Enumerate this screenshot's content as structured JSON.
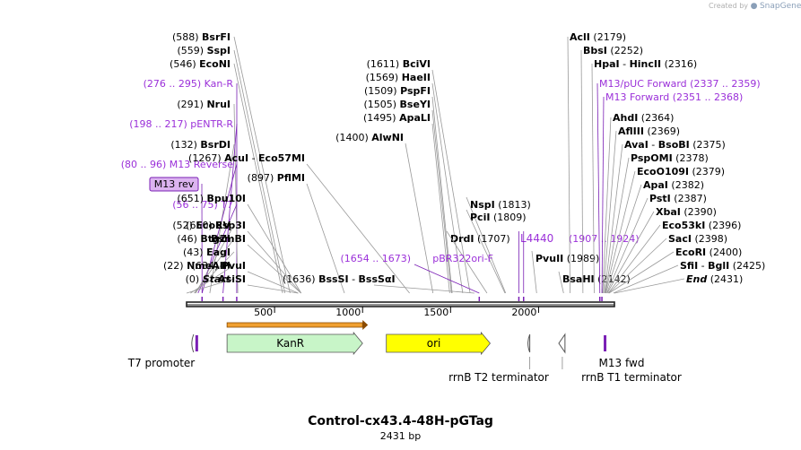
{
  "watermark": {
    "prefix": "Created by",
    "brand": "SnapGene"
  },
  "plasmid": {
    "name": "Control-cx43.4-48H-pGTag",
    "length": "2431 bp",
    "total_bp": 2431
  },
  "colors": {
    "text": "#000000",
    "feature_label": "#9b30d9",
    "kanr": "#c8f5c8",
    "ori": "#ffff00",
    "primer": "#7a1fb5",
    "orf": "#f0a030",
    "backbone": "#222222",
    "m13rev_box": "#dcb4f0"
  },
  "ruler": {
    "ticks": [
      {
        "pos": 500,
        "label": "500"
      },
      {
        "pos": 1000,
        "label": "1000"
      },
      {
        "pos": 1500,
        "label": "1500"
      },
      {
        "pos": 2000,
        "label": "2000"
      }
    ]
  },
  "labels_left": [
    {
      "pos": "(588)",
      "name": "BsrFI",
      "kind": "enzyme",
      "site": 588
    },
    {
      "pos": "(559)",
      "name": "SspI",
      "kind": "enzyme",
      "site": 559
    },
    {
      "pos": "(546)",
      "name": "EcoNI",
      "kind": "enzyme",
      "site": 546
    },
    {
      "pos": "(276 .. 295)",
      "name": "Kan-R",
      "kind": "feature",
      "site": 285
    },
    {
      "pos": "(291)",
      "name": "NruI",
      "kind": "enzyme",
      "site": 291
    },
    {
      "pos": "(198 .. 217)",
      "name": "pENTR-R",
      "kind": "feature",
      "site": 207
    },
    {
      "pos": "(132)",
      "name": "BsrDI",
      "kind": "enzyme",
      "site": 132
    },
    {
      "pos": "(80 .. 96)",
      "name": "M13 Reverse",
      "kind": "feature",
      "site": 88
    },
    {
      "pos": "",
      "name": "M13 rev",
      "kind": "boxed",
      "site": 88
    },
    {
      "pos": "(56 .. 75)",
      "name": "T7",
      "kind": "feature",
      "site": 65
    },
    {
      "pos": "(52)",
      "name": "EcoRV",
      "kind": "enzyme",
      "site": 52
    },
    {
      "pos": "(46)",
      "name": "BtgZI",
      "kind": "enzyme",
      "site": 46
    },
    {
      "pos": "(43)",
      "name": "EagI",
      "kind": "enzyme",
      "site": 43
    },
    {
      "pos": "(22)",
      "name": "NmeAIII",
      "kind": "enzyme",
      "site": 22
    },
    {
      "pos": "(0)",
      "name": "Start",
      "kind": "start",
      "site": 0
    }
  ],
  "labels_mid": [
    {
      "pos": "(1267)",
      "name": "AcuI",
      "extra": "Eco57MI",
      "kind": "enzyme",
      "site": 1267
    },
    {
      "pos": "(897)",
      "name": "PflMI",
      "kind": "enzyme",
      "site": 897
    },
    {
      "pos": "(651)",
      "name": "Bpu10I",
      "kind": "enzyme",
      "site": 651
    },
    {
      "pos": "(650)",
      "name": "Esp3I",
      "kind": "enzyme",
      "site": 650
    },
    {
      "pos": "",
      "name": "BsmBI",
      "kind": "enzyme",
      "site": 650
    },
    {
      "pos": "(634)",
      "name": "PvuI",
      "kind": "enzyme",
      "site": 634
    },
    {
      "pos": "",
      "name": "AsiSI",
      "kind": "enzyme",
      "site": 634
    },
    {
      "pos": "(1611)",
      "name": "BciVI",
      "kind": "enzyme",
      "site": 1611
    },
    {
      "pos": "(1569)",
      "name": "HaeII",
      "kind": "enzyme",
      "site": 1569
    },
    {
      "pos": "(1509)",
      "name": "PspFI",
      "kind": "enzyme",
      "site": 1509
    },
    {
      "pos": "(1505)",
      "name": "BseYI",
      "kind": "enzyme",
      "site": 1505
    },
    {
      "pos": "(1495)",
      "name": "ApaLI",
      "kind": "enzyme",
      "site": 1495
    },
    {
      "pos": "(1400)",
      "name": "AlwNI",
      "kind": "enzyme",
      "site": 1400
    },
    {
      "pos": "(1813)",
      "name": "NspI",
      "kind": "enzyme",
      "site": 1813
    },
    {
      "pos": "(1809)",
      "name": "PciI",
      "kind": "enzyme",
      "site": 1809
    },
    {
      "pos": "(1707)",
      "name": "DrdI",
      "kind": "enzyme",
      "site": 1707
    },
    {
      "pos": "(1654 .. 1673)",
      "name": "pBR322ori-F",
      "kind": "feature",
      "site": 1663
    },
    {
      "pos": "(1636)",
      "name": "BssSI",
      "extra": "BssSαI",
      "kind": "enzyme",
      "site": 1636
    },
    {
      "pos": "",
      "name": "L4440",
      "kind": "feature",
      "site": 1888
    },
    {
      "pos": "(1907 .. 1924)",
      "name": "",
      "kind": "feature",
      "site": 1915
    },
    {
      "pos": "(1989)",
      "name": "PvuII",
      "kind": "enzyme",
      "site": 1989
    },
    {
      "pos": "(2142)",
      "name": "BsaHI",
      "kind": "enzyme",
      "site": 2142
    }
  ],
  "labels_right": [
    {
      "pos": "(2179)",
      "name": "AclI",
      "kind": "enzyme",
      "site": 2179
    },
    {
      "pos": "(2252)",
      "name": "BbsI",
      "kind": "enzyme",
      "site": 2252
    },
    {
      "pos": "(2316)",
      "name": "HpaI",
      "extra": "HincII",
      "kind": "enzyme",
      "site": 2316
    },
    {
      "pos": "(2337 .. 2359)",
      "name": "M13/pUC Forward",
      "kind": "feature",
      "site": 2348
    },
    {
      "pos": "(2351 .. 2368)",
      "name": "M13 Forward",
      "kind": "feature",
      "site": 2360
    },
    {
      "pos": "(2364)",
      "name": "AhdI",
      "kind": "enzyme",
      "site": 2364
    },
    {
      "pos": "(2369)",
      "name": "AflIII",
      "kind": "enzyme",
      "site": 2369
    },
    {
      "pos": "(2375)",
      "name": "AvaI",
      "extra": "BsoBI",
      "kind": "enzyme",
      "site": 2375
    },
    {
      "pos": "(2378)",
      "name": "PspOMI",
      "kind": "enzyme",
      "site": 2378
    },
    {
      "pos": "(2379)",
      "name": "EcoO109I",
      "kind": "enzyme",
      "site": 2379
    },
    {
      "pos": "(2382)",
      "name": "ApaI",
      "kind": "enzyme",
      "site": 2382
    },
    {
      "pos": "(2387)",
      "name": "PstI",
      "kind": "enzyme",
      "site": 2387
    },
    {
      "pos": "(2390)",
      "name": "XbaI",
      "kind": "enzyme",
      "site": 2390
    },
    {
      "pos": "(2396)",
      "name": "Eco53kI",
      "kind": "enzyme",
      "site": 2396
    },
    {
      "pos": "(2398)",
      "name": "SacI",
      "kind": "enzyme",
      "site": 2398
    },
    {
      "pos": "(2400)",
      "name": "EcoRI",
      "kind": "enzyme",
      "site": 2400
    },
    {
      "pos": "(2425)",
      "name": "SfiI",
      "extra": "BglI",
      "kind": "enzyme",
      "site": 2425
    },
    {
      "pos": "(2431)",
      "name": "End",
      "kind": "end",
      "site": 2431
    }
  ],
  "features": [
    {
      "name": "KanR",
      "start": 230,
      "end": 1000,
      "color": "#c8f5c8",
      "kind": "arrow"
    },
    {
      "name": "ori",
      "start": 1135,
      "end": 1725,
      "color": "#ffff00",
      "kind": "arrow"
    }
  ],
  "bottom_labels": [
    {
      "name": "T7 promoter",
      "site": 40
    },
    {
      "name": "rrnB T2 terminator",
      "site": 1950
    },
    {
      "name": "rrnB T1 terminator",
      "site": 2135
    },
    {
      "name": "M13 fwd",
      "site": 2370
    }
  ]
}
